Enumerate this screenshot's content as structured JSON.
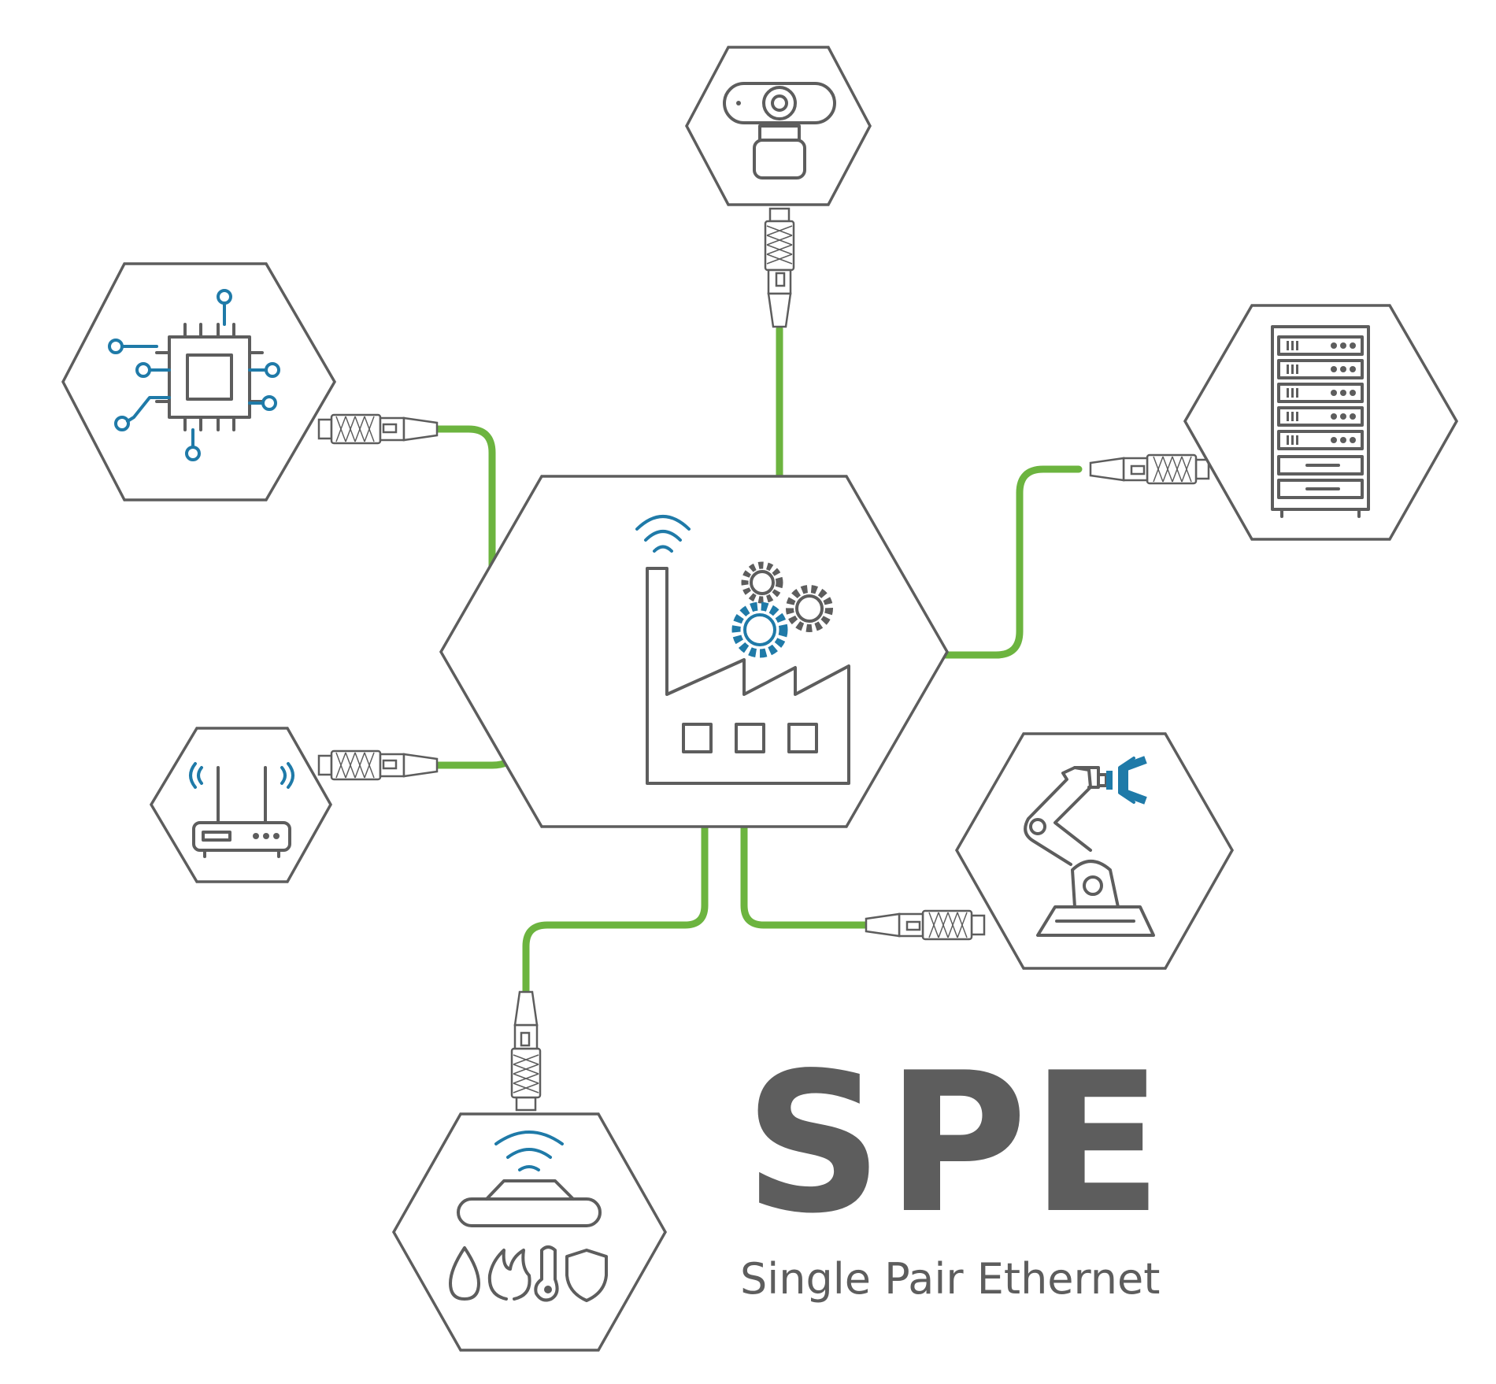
{
  "brand": {
    "title": "SPE",
    "subtitle": "Single Pair Ethernet"
  },
  "colors": {
    "cable": "#6cb43f",
    "outline": "#5d5d5d",
    "accent": "#1f7aa8"
  },
  "hub": {
    "icon": "factory-icon"
  },
  "nodes": [
    {
      "id": "camera",
      "icon": "webcam-icon"
    },
    {
      "id": "processor",
      "icon": "microchip-icon"
    },
    {
      "id": "server",
      "icon": "server-rack-icon"
    },
    {
      "id": "router",
      "icon": "wireless-router-icon"
    },
    {
      "id": "robot",
      "icon": "robot-arm-icon"
    },
    {
      "id": "sensor",
      "icon": "environment-sensor-icon"
    }
  ]
}
